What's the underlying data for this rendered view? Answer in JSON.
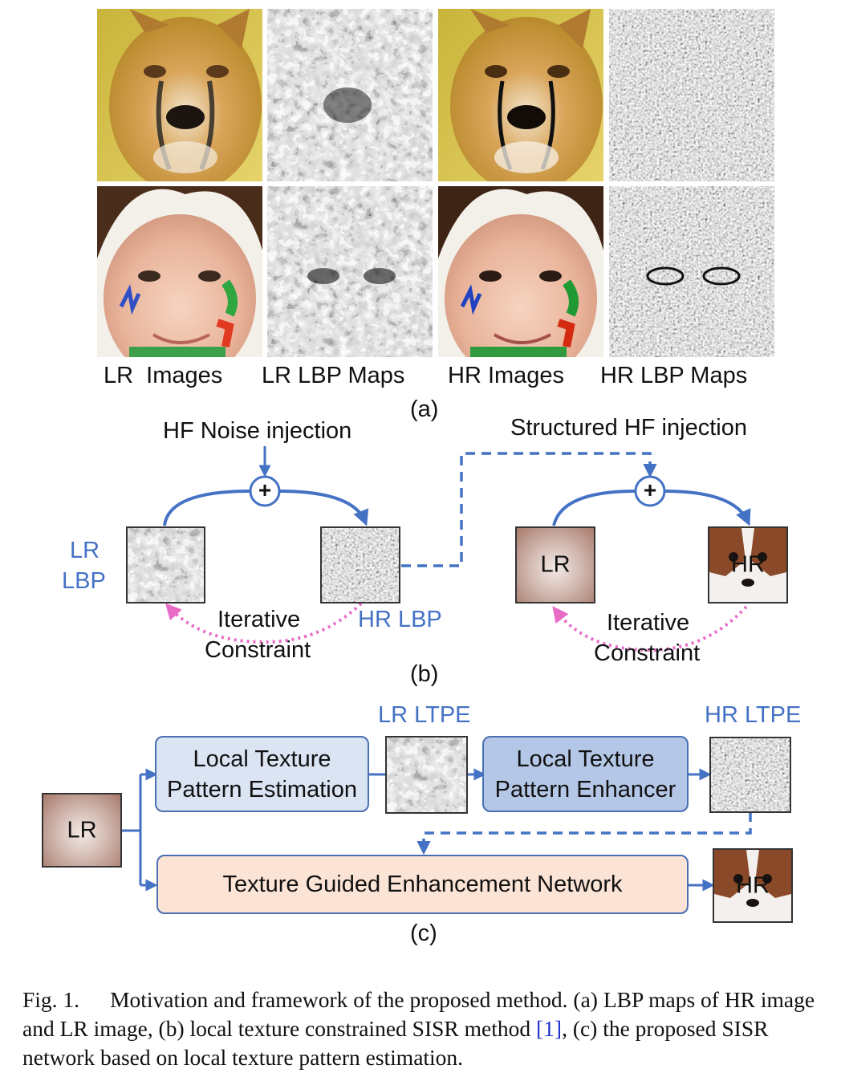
{
  "panel_a": {
    "column_labels": [
      "LR  Images",
      "LR LBP Maps",
      "HR Images",
      "HR LBP Maps"
    ],
    "sublabel": "(a)"
  },
  "panel_b": {
    "hf_noise_label": "HF Noise injection",
    "structured_hf_label": "Structured HF injection",
    "lr_lbp_label_line1": "LR",
    "lr_lbp_label_line2": "LBP",
    "hr_lbp_label": "HR LBP",
    "left_constraint_line1": "Iterative",
    "left_constraint_line2": "Constraint",
    "right_constraint_line1": "Iterative",
    "right_constraint_line2": "Constraint",
    "lr_face_text": "LR",
    "hr_face_text": "HR",
    "plus_symbol": "+",
    "sublabel": "(b)"
  },
  "panel_c": {
    "lr_ltpe_label": "LR LTPE",
    "hr_ltpe_label": "HR LTPE",
    "estimation_box_line1": "Local Texture",
    "estimation_box_line2": "Pattern Estimation",
    "enhancer_box_line1": "Local Texture",
    "enhancer_box_line2": "Pattern Enhancer",
    "network_box": "Texture Guided Enhancement Network",
    "input_text": "LR",
    "output_text": "HR",
    "sublabel": "(c)"
  },
  "caption": {
    "prefix": "Fig. 1.",
    "text_before_ref": "Motivation and framework of the proposed method. (a) LBP maps of HR image and LR image, (b) local texture constrained SISR method ",
    "ref": "[1]",
    "text_after_ref": ", (c) the proposed SISR network based on local texture pattern estimation."
  },
  "colors": {
    "arrow_blue": "#4472c4",
    "constraint_pink": "#e86bc8",
    "estimation_box_fill": "#dbe4f3",
    "enhancer_box_fill": "#b4c7e7",
    "network_box_fill": "#fbe3d6",
    "box_border": "#4a6fb3"
  }
}
